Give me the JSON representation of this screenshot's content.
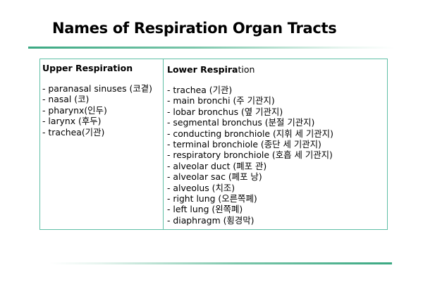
{
  "title": "Names of Respiration Organ Tracts",
  "upper": {
    "heading": "Upper Respiration",
    "items": [
      "- paranasal sinuses (코곁)",
      "- nasal (코)",
      "- pharynx(인두)",
      "- larynx (후두)",
      "- trachea(기관)"
    ]
  },
  "lower": {
    "heading_bold": "Lower Respira",
    "heading_rest": "tion",
    "items": [
      "- trachea (기관)",
      "- main bronchi (주 기관지)",
      "- lobar bronchus (옆 기관지)",
      "- segmental bronchus (분절 기관지)",
      "- conducting bronchiole (지휘 세 기관지)",
      "- terminal bronchiole (종단 세 기관지)",
      "- respiratory bronchiole (호흡 세 기관지)",
      "- alveolar duct (폐포 관)",
      "- alveolar sac (폐포 낭)",
      "- alveolus (치조)",
      "- right lung (오른쪽폐)",
      "- left lung (왼쪽폐)",
      "- diaphragm (횡경막)"
    ]
  },
  "colors": {
    "accent": "#3aa882",
    "table_border": "#5fbfa6"
  }
}
